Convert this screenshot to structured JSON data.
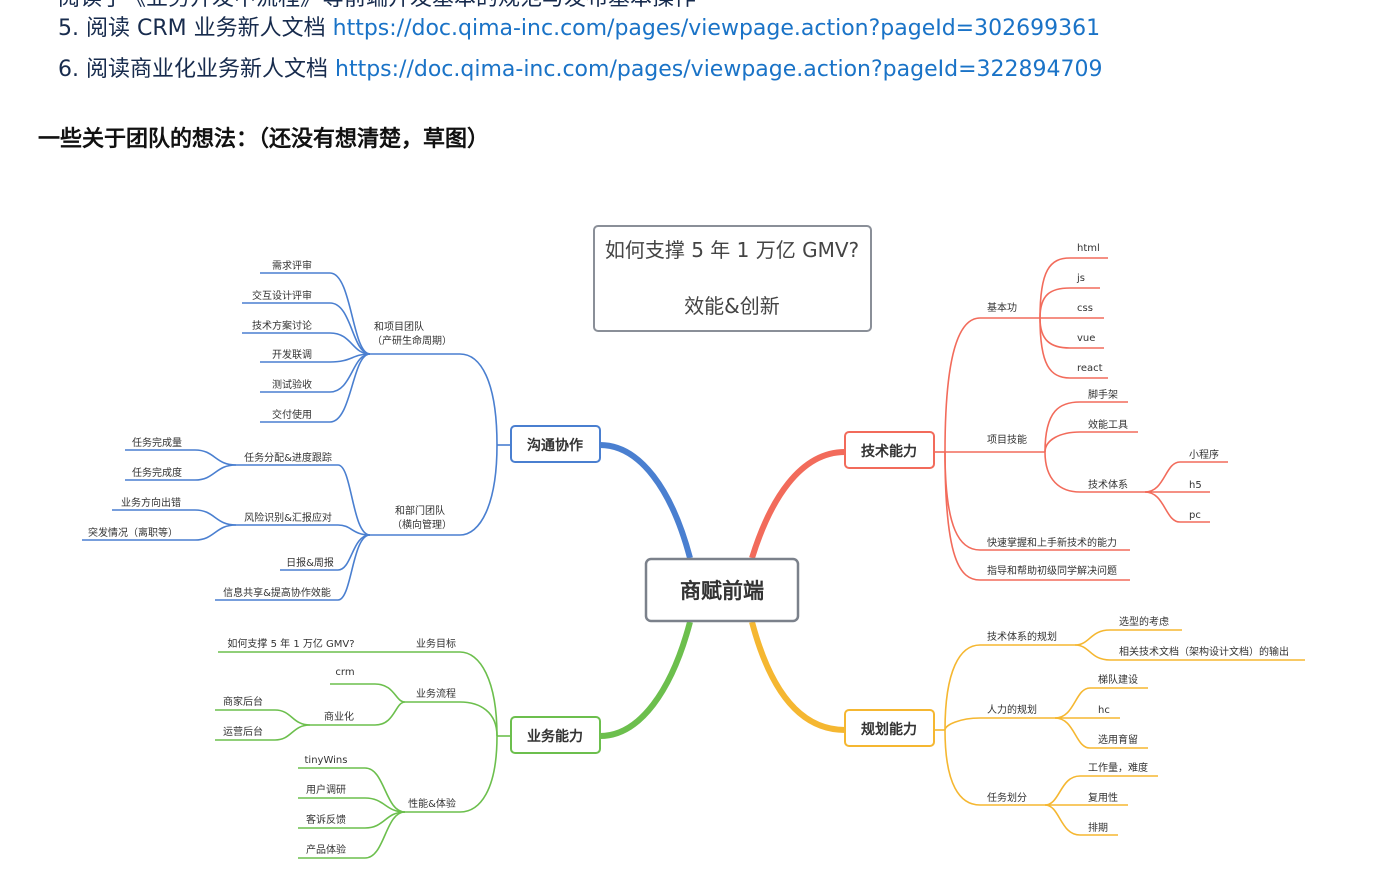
{
  "document": {
    "partial_line": "阅读了《业务开发中流程》等前端开发基本的规范与发布基本操作",
    "list": [
      {
        "number": "5.",
        "label": "阅读 CRM 业务新人文档",
        "url": "https://doc.qima-inc.com/pages/viewpage.action?pageId=302699361"
      },
      {
        "number": "6.",
        "label": "阅读商业化业务新人文档",
        "url": "https://doc.qima-inc.com/pages/viewpage.action?pageId=322894709"
      }
    ],
    "heading": "一些关于团队的想法：（还没有想清楚，草图）"
  },
  "mindmap": {
    "title_line1": "如何支撑 5 年 1 万亿 GMV?",
    "title_line2": "效能&创新",
    "center": "商赋前端",
    "colors": {
      "communication": "#4a7fd0",
      "tech": "#f26b5b",
      "business": "#6cbf4d",
      "planning": "#f5b731"
    },
    "communication": {
      "label": "沟通协作",
      "project_team": {
        "label_line1": "和项目团队",
        "label_line2": "（产研生命周期）",
        "items": [
          "需求评审",
          "交互设计评审",
          "技术方案讨论",
          "开发联调",
          "测试验收",
          "交付使用"
        ]
      },
      "dept_team": {
        "label_line1": "和部门团队",
        "label_line2": "（横向管理）",
        "task": {
          "label": "任务分配&进度跟踪",
          "items": [
            "任务完成量",
            "任务完成度"
          ]
        },
        "risk": {
          "label": "风险识别&汇报应对",
          "items": [
            "业务方向出错",
            "突发情况（离职等）"
          ]
        },
        "report": "日报&周报",
        "share": "信息共享&提高协作效能"
      }
    },
    "business": {
      "label": "业务能力",
      "goal": {
        "label": "业务目标",
        "item": "如何支撑 5 年 1 万亿 GMV?"
      },
      "process": {
        "label": "业务流程",
        "crm": "crm",
        "commercial": {
          "label": "商业化",
          "items": [
            "商家后台",
            "运营后台"
          ]
        }
      },
      "perf": {
        "label": "性能&体验",
        "items": [
          "tinyWins",
          "用户调研",
          "客诉反馈",
          "产品体验"
        ]
      }
    },
    "tech": {
      "label": "技术能力",
      "basics": {
        "label": "基本功",
        "items": [
          "html",
          "js",
          "css",
          "vue",
          "react"
        ]
      },
      "project_skill": {
        "label": "项目技能",
        "scaffold": "脚手架",
        "efficiency_tool": "效能工具",
        "system": {
          "label": "技术体系",
          "items": [
            "小程序",
            "h5",
            "pc"
          ]
        }
      },
      "fast_learn": "快速掌握和上手新技术的能力",
      "mentor": "指导和帮助初级同学解决问题"
    },
    "planning": {
      "label": "规划能力",
      "tech_plan": {
        "label": "技术体系的规划",
        "items": [
          "选型的考虑",
          "相关技术文档（架构设计文档）的输出"
        ]
      },
      "people_plan": {
        "label": "人力的规划",
        "items": [
          "梯队建设",
          "hc",
          "选用育留"
        ]
      },
      "task_split": {
        "label": "任务划分",
        "items": [
          "工作量，难度",
          "复用性",
          "排期"
        ]
      }
    }
  }
}
